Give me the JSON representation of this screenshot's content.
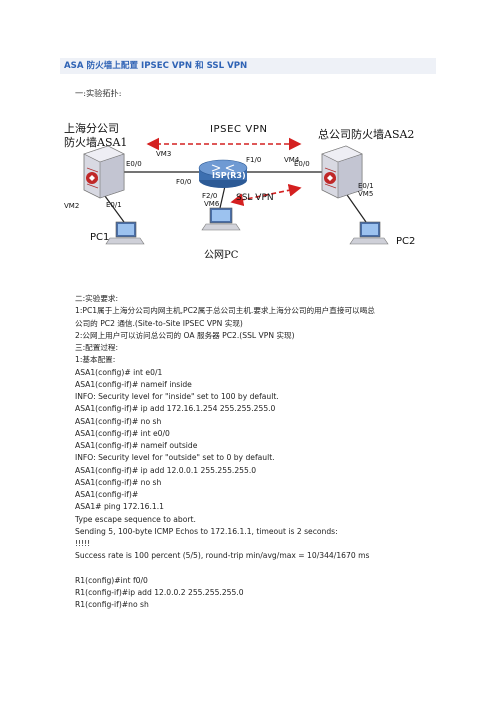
{
  "doc": {
    "title": "ASA 防火墙上配置 IPSEC VPN 和 SSL VPN",
    "section_topology": "一:实验拓扑:"
  },
  "diagram": {
    "label_shanghai_line1": "上海分公司",
    "label_shanghai_line2": "防火墙ASA1",
    "label_hq_line1": "总公司防火墙ASA2",
    "label_ipsec": "IPSEC VPN",
    "label_ssl": "SSL VPN",
    "label_isp": "ISP(R3)",
    "label_vm3": "VM3",
    "label_vm4": "VM4",
    "label_vm2": "VM2",
    "label_vm5": "VM5",
    "label_vm6": "VM6",
    "label_asa1_e00": "E0/0",
    "label_asa1_e01": "E0/1",
    "label_asa2_e00": "E0/0",
    "label_asa2_e01": "E0/1",
    "label_r_f10": "F1/0",
    "label_r_f00": "F0/0",
    "label_r_f20": "F2/0",
    "label_pc1": "PC1",
    "label_pc2": "PC2",
    "label_public_pc": "公网PC",
    "colors": {
      "firewall": "#e2e2ea",
      "router": "#3d6fb0",
      "vpn_arrow": "#d42020",
      "title_text": "#2f63b5"
    }
  },
  "body_lines": [
    "二:实验要求:",
    "1:PC1属于上海分公司内网主机,PC2属于总公司主机.要求上海分公司的用户直接可以喝总",
    "公司的 PC2 通信.(Site-to-Site IPSEC VPN 实现)",
    "2:公网上用户可以访问总公司的 OA 服务器 PC2.(SSL VPN 实现)",
    "三:配置过程:",
    "1:基本配置:",
    "ASA1(config)# int e0/1",
    "ASA1(config-if)# nameif inside",
    "INFO: Security level for \"inside\" set to 100 by default.",
    "ASA1(config-if)# ip add 172.16.1.254 255.255.255.0",
    "ASA1(config-if)# no sh",
    "ASA1(config-if)# int e0/0",
    "ASA1(config-if)# nameif outside",
    "INFO: Security level for \"outside\" set to 0 by default.",
    "ASA1(config-if)# ip add 12.0.0.1 255.255.255.0",
    "ASA1(config-if)# no sh",
    "ASA1(config-if)#",
    "ASA1# ping 172.16.1.1",
    "Type escape sequence to abort.",
    "Sending 5, 100-byte ICMP Echos to 172.16.1.1, timeout is 2 seconds:",
    "!!!!!",
    "Success rate is 100 percent (5/5), round-trip min/avg/max = 10/344/1670 ms",
    "",
    "R1(config)#int f0/0",
    "R1(config-if)#ip add 12.0.0.2 255.255.255.0",
    "R1(config-if)#no sh"
  ]
}
